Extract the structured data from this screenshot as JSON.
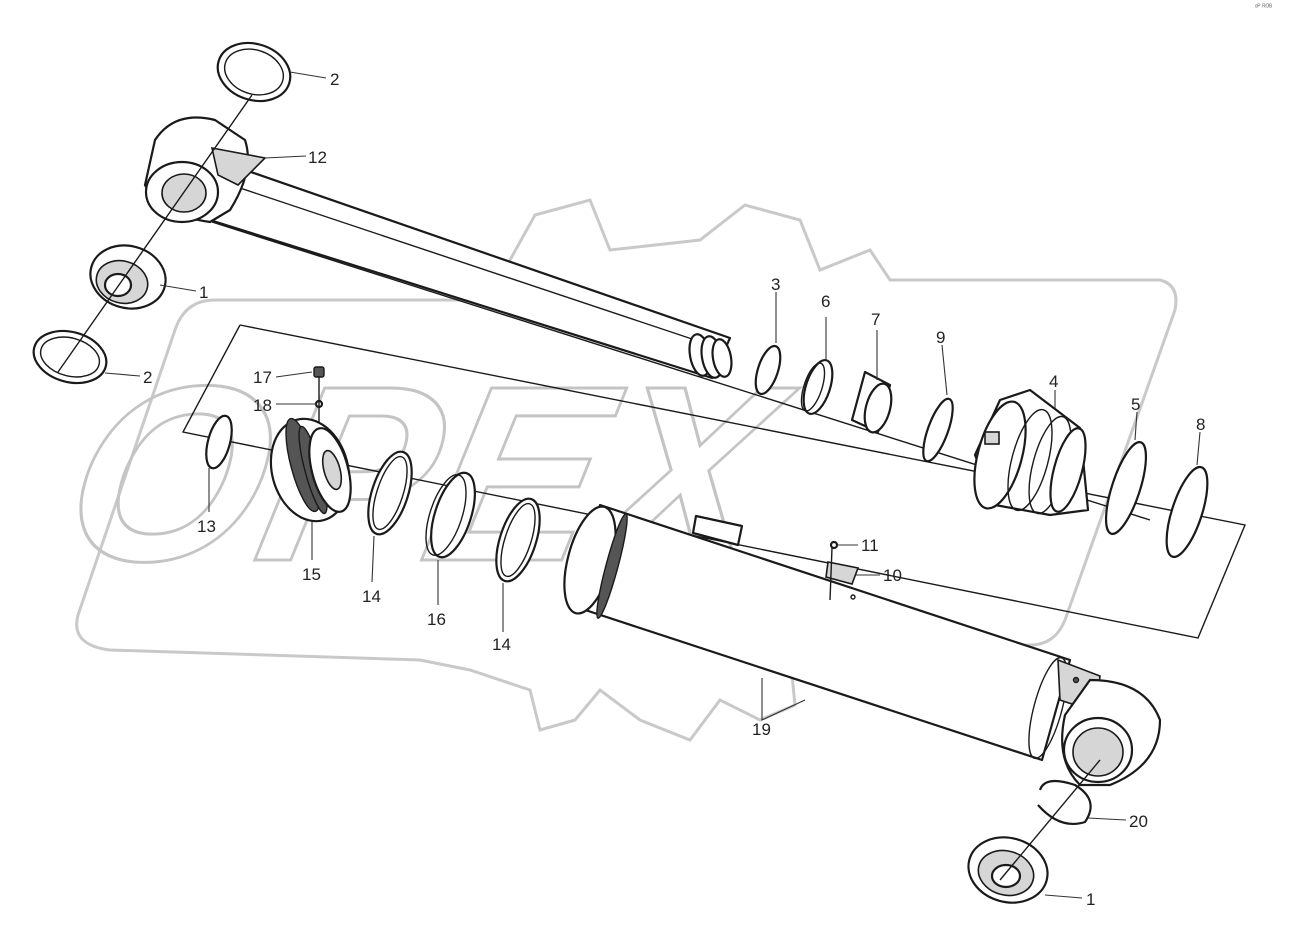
{
  "corner_mark": "ᵒᴾ ᴿᴼᴮ",
  "watermark": {
    "text": "OPEX"
  },
  "callouts": [
    {
      "id": "c2a",
      "number": "2"
    },
    {
      "id": "c12",
      "number": "12"
    },
    {
      "id": "c1a",
      "number": "1"
    },
    {
      "id": "c2b",
      "number": "2"
    },
    {
      "id": "c17",
      "number": "17"
    },
    {
      "id": "c18",
      "number": "18"
    },
    {
      "id": "c13",
      "number": "13"
    },
    {
      "id": "c15",
      "number": "15"
    },
    {
      "id": "c14a",
      "number": "14"
    },
    {
      "id": "c16",
      "number": "16"
    },
    {
      "id": "c14b",
      "number": "14"
    },
    {
      "id": "c3",
      "number": "3"
    },
    {
      "id": "c6",
      "number": "6"
    },
    {
      "id": "c7",
      "number": "7"
    },
    {
      "id": "c9",
      "number": "9"
    },
    {
      "id": "c4",
      "number": "4"
    },
    {
      "id": "c5",
      "number": "5"
    },
    {
      "id": "c8",
      "number": "8"
    },
    {
      "id": "c11",
      "number": "11"
    },
    {
      "id": "c10",
      "number": "10"
    },
    {
      "id": "c19",
      "number": "19"
    },
    {
      "id": "c20",
      "number": "20"
    },
    {
      "id": "c1b",
      "number": "1"
    }
  ]
}
